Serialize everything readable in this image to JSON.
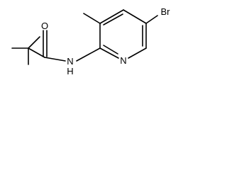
{
  "molecule": {
    "atoms": {
      "oxygen": "O",
      "amide_nitrogen": "N",
      "amide_hydrogen": "H",
      "ring_nitrogen": "N",
      "bromine": "Br"
    }
  }
}
